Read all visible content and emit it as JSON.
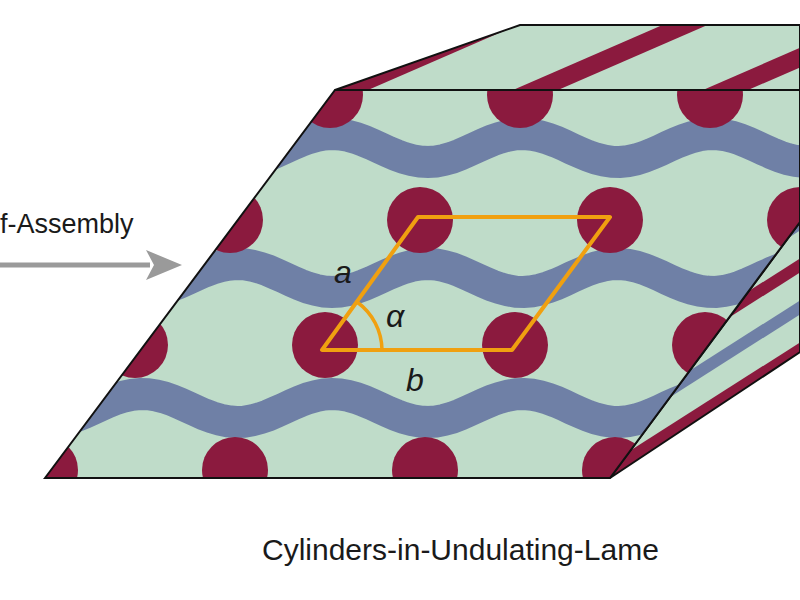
{
  "diagram": {
    "caption": "Cylinders-in-Undulating-Lame",
    "labels": [
      "f-Assembly",
      "a",
      "α",
      "b"
    ]
  }
}
